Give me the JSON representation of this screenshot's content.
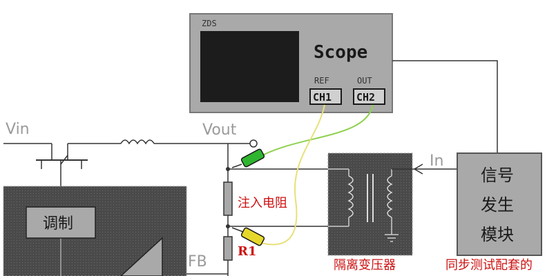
{
  "scope": {
    "brand": "ZDS",
    "title": "Scope",
    "ref_label": "REF",
    "out_label": "OUT",
    "ch1": "CH1",
    "ch2": "CH2"
  },
  "circuit": {
    "vin": "Vin",
    "vout": "Vout",
    "fb": "FB",
    "in": "In",
    "modulator": "调制",
    "inject_resistor": "注入电阻",
    "r1": "R1",
    "transformer": "隔离变压器",
    "signal_gen": [
      "信号",
      "发生",
      "模块"
    ],
    "caption": "同步测试配套的"
  },
  "colors": {
    "panel": "#a9a9a9",
    "dark_block": "#4a4a4a",
    "screen": "#1c1c1c",
    "probe_green": "#2fb52f",
    "probe_yellow": "#e6d82a",
    "wire_green": "#8fd14f",
    "wire_yellow": "#e8e07a",
    "label_red": "#cc1010"
  }
}
